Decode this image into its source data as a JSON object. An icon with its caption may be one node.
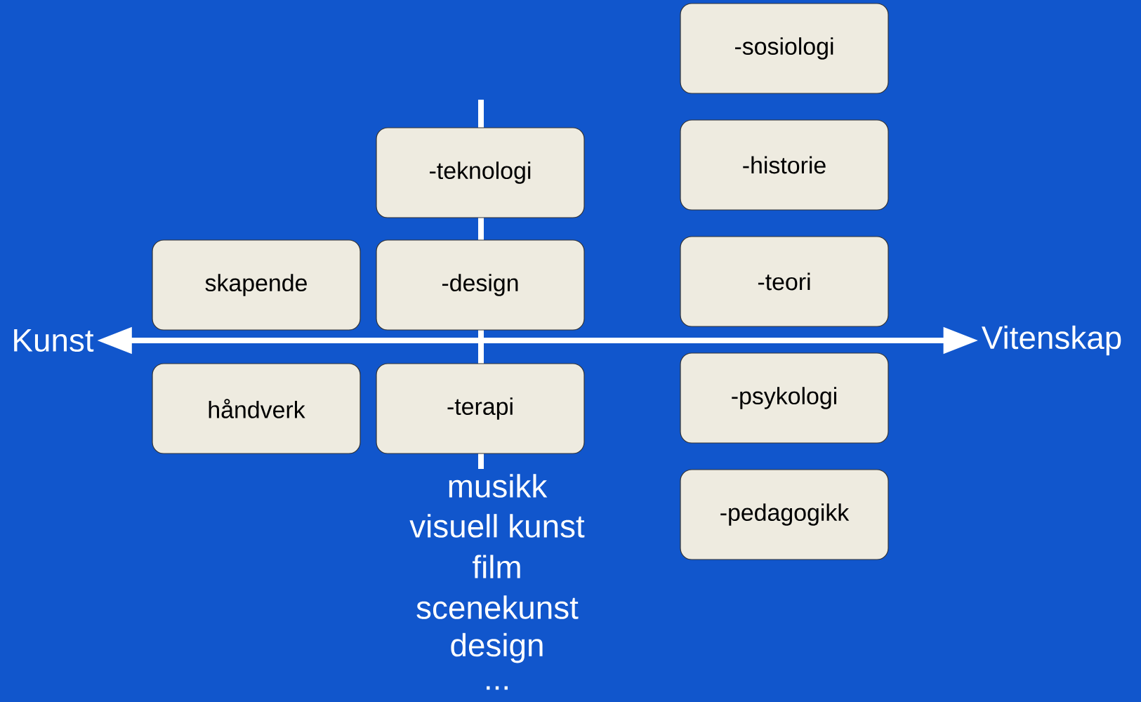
{
  "diagram": {
    "nodes": [
      {
        "text": [
          "Kunst"
        ]
      },
      {
        "text": [
          "Vitenskap"
        ]
      },
      {
        "text": [
          "-sosiologi"
        ]
      },
      {
        "text": [
          "-teknologi"
        ]
      },
      {
        "text": [
          "-historie"
        ]
      },
      {
        "text": [
          "skapende"
        ]
      },
      {
        "text": [
          "-design"
        ]
      },
      {
        "text": [
          "-teori"
        ]
      },
      {
        "text": [
          "håndverk"
        ]
      },
      {
        "text": [
          "-terapi"
        ]
      },
      {
        "text": [
          "-psykologi"
        ]
      },
      {
        "text": [
          "-pedagogikk"
        ]
      }
    ],
    "edges": [
      {
        "from": 0,
        "to": 1,
        "arrow": "both"
      }
    ],
    "labels": [
      "musikk",
      "visuell kunst",
      "film",
      "scenekunst",
      "design",
      "..."
    ]
  }
}
